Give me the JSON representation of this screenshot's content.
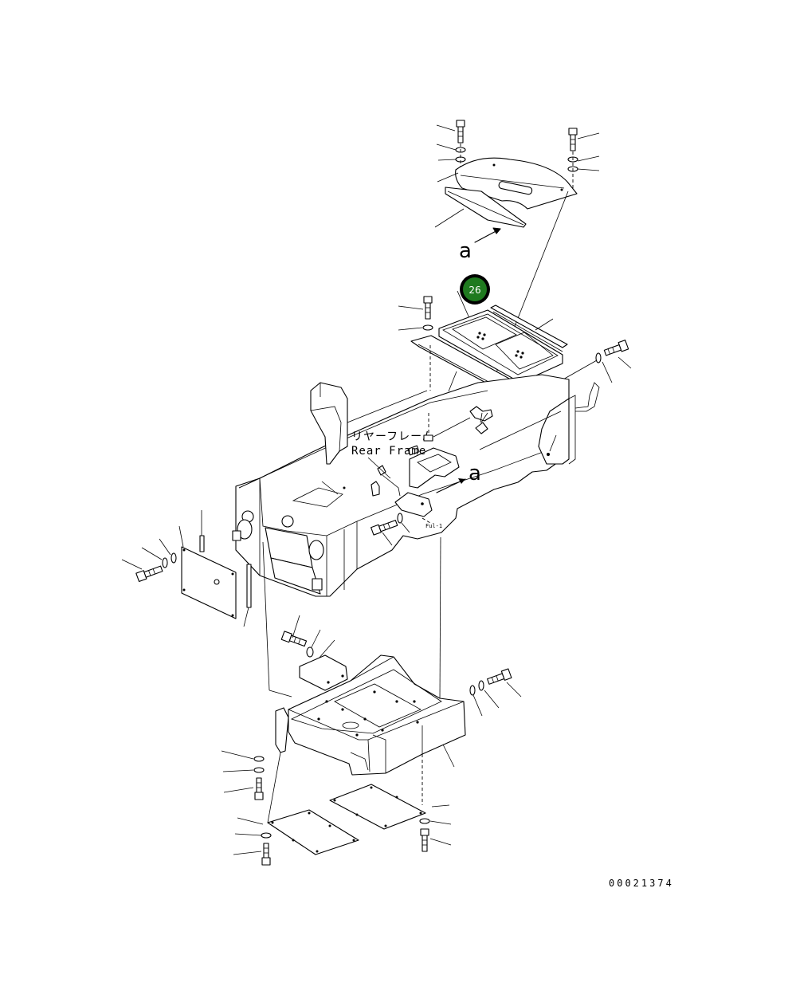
{
  "callout": {
    "number": "26",
    "color": "#1f7a1f",
    "ring_color": "#000000",
    "text_color": "#ffffff"
  },
  "labels": {
    "ref_a_top": "a",
    "ref_a_mid": "a",
    "rear_frame_jp": "リヤーフレーム",
    "rear_frame_en": "Rear Frame",
    "small_mark": "Ful-1"
  },
  "drawing_number": "00021374"
}
